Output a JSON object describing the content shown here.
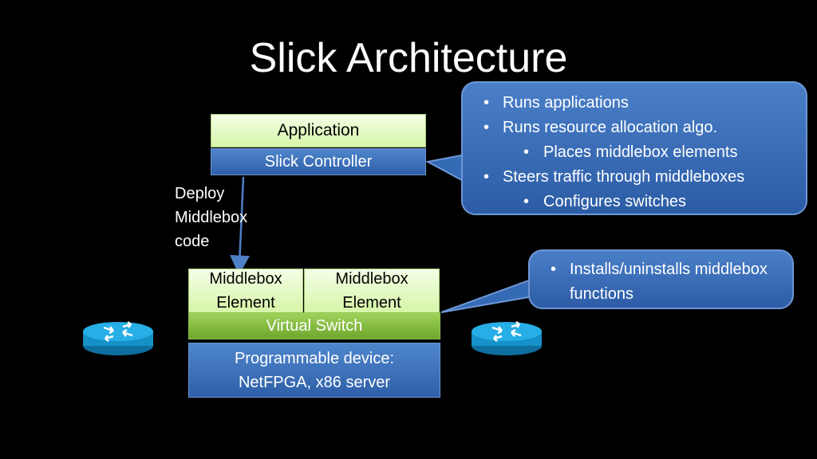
{
  "slide": {
    "title": "Slick Architecture"
  },
  "stack_top": {
    "application": "Application",
    "controller": "Slick Controller"
  },
  "deploy_label": {
    "line1": "Deploy",
    "line2": "Middlebox",
    "line3": "code"
  },
  "device_stack": {
    "middlebox_1": {
      "line1": "Middlebox",
      "line2": "Element"
    },
    "middlebox_2": {
      "line1": "Middlebox",
      "line2": "Element"
    },
    "virtual_switch": "Virtual Switch",
    "device": {
      "line1": "Programmable device:",
      "line2": "NetFPGA, x86 server"
    }
  },
  "controller_callout": {
    "items": [
      {
        "text": "Runs applications",
        "level": 1
      },
      {
        "text": "Runs resource allocation algo.",
        "level": 1
      },
      {
        "text": "Places middlebox elements",
        "level": 2
      },
      {
        "text": "Steers traffic through middleboxes",
        "level": 1
      },
      {
        "text": "Configures switches",
        "level": 2
      }
    ]
  },
  "switch_callout": {
    "items": [
      {
        "text": "Installs/uninstalls middlebox functions",
        "level": 1
      }
    ]
  },
  "icons": {
    "left_router": "router-icon",
    "right_router": "router-icon"
  },
  "colors": {
    "background": "#000000",
    "callout_blue": "#3a6fbc",
    "controller_blue": "#3d72bd",
    "application_green": "#e4f9c8",
    "switch_green": "#86bd43",
    "router_cyan": "#1aa3dc"
  }
}
